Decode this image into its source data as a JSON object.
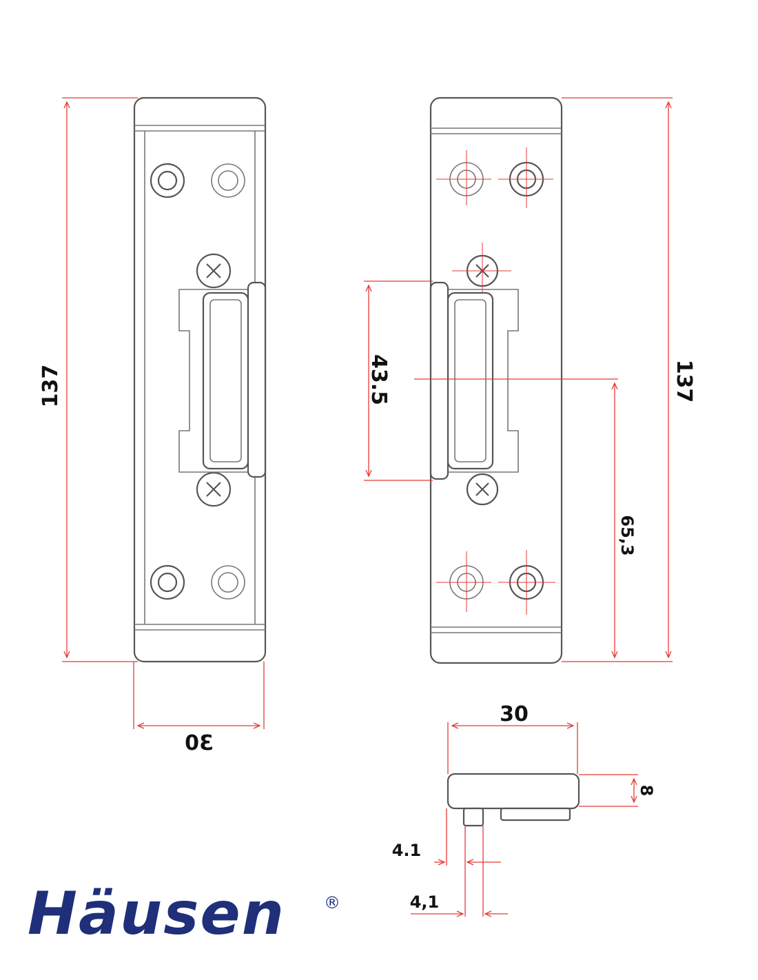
{
  "dimensions": {
    "left_height": "137",
    "left_width": "30",
    "right_height": "137",
    "slot_height": "43.5",
    "slot_offset": "65,3",
    "side_width": "30",
    "side_thickness": "8",
    "pin_offset": "4.1",
    "pin_width": "4,1"
  },
  "brand": {
    "name": "Häusen",
    "mark": "®",
    "color": "#1f2f7a"
  },
  "colors": {
    "dimension_lines": "#e53935",
    "outline": "#555555"
  }
}
